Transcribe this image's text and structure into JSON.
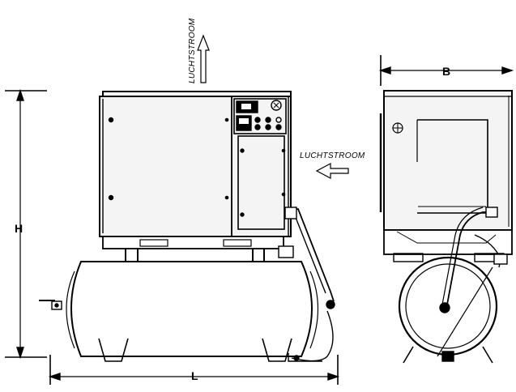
{
  "labels": {
    "airflow_top": "LUCHTSTROOM",
    "airflow_side": "LUCHTSTROOM",
    "height": "H",
    "length": "L",
    "width": "B"
  },
  "colors": {
    "line": "#000000",
    "background": "#ffffff",
    "panel": "#f4f4f4"
  }
}
